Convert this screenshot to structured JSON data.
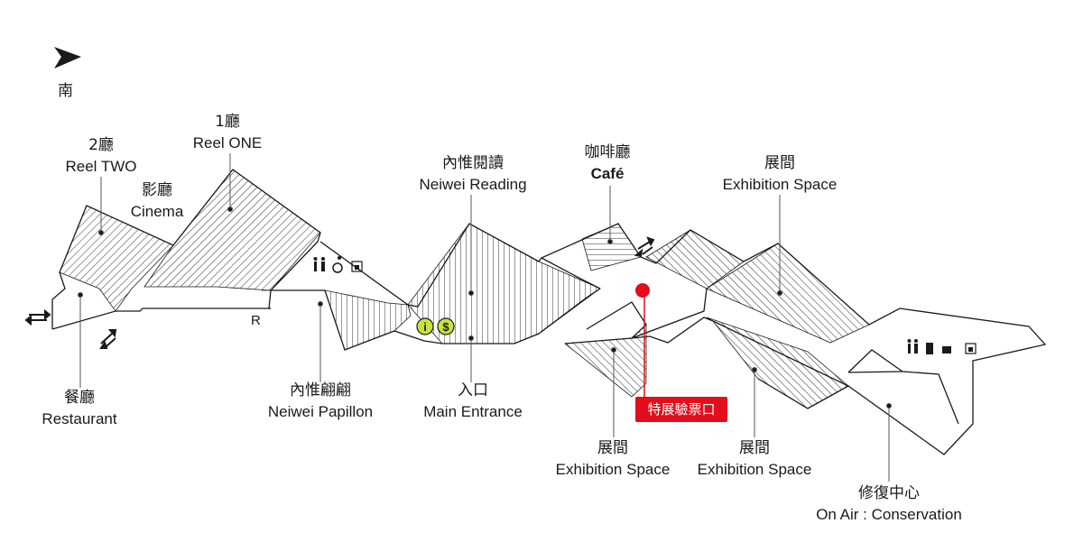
{
  "map": {
    "compass_label": "南",
    "ramp_label": "R",
    "ticket_label": "特展驗票口",
    "info_icon": "info-icon",
    "money_icon": "dollar-icon",
    "colors": {
      "ticket": "#e30d1b",
      "info": "#c7e33c",
      "line": "#1a1a1a"
    },
    "labels": {
      "reel_two": {
        "zh": "2廳",
        "en": "Reel TWO"
      },
      "reel_one": {
        "zh": "1廳",
        "en": "Reel ONE"
      },
      "cinema": {
        "zh": "影廳",
        "en": "Cinema"
      },
      "restaurant": {
        "zh": "餐廳",
        "en": "Restaurant"
      },
      "papillon": {
        "zh": "內惟翩翩",
        "en": "Neiwei Papillon"
      },
      "reading": {
        "zh": "內惟閱讀",
        "en": "Neiwei Reading"
      },
      "entrance": {
        "zh": "入口",
        "en": "Main Entrance"
      },
      "cafe": {
        "zh": "咖啡廳",
        "en": "Café"
      },
      "exhibit_top": {
        "zh": "展間",
        "en": "Exhibition Space"
      },
      "exhibit_bottom_left": {
        "zh": "展間",
        "en": "Exhibition Space"
      },
      "exhibit_bottom_mid": {
        "zh": "展間",
        "en": "Exhibition Space"
      },
      "conservation": {
        "zh": "修復中心",
        "en": "On Air : Conservation"
      }
    }
  }
}
